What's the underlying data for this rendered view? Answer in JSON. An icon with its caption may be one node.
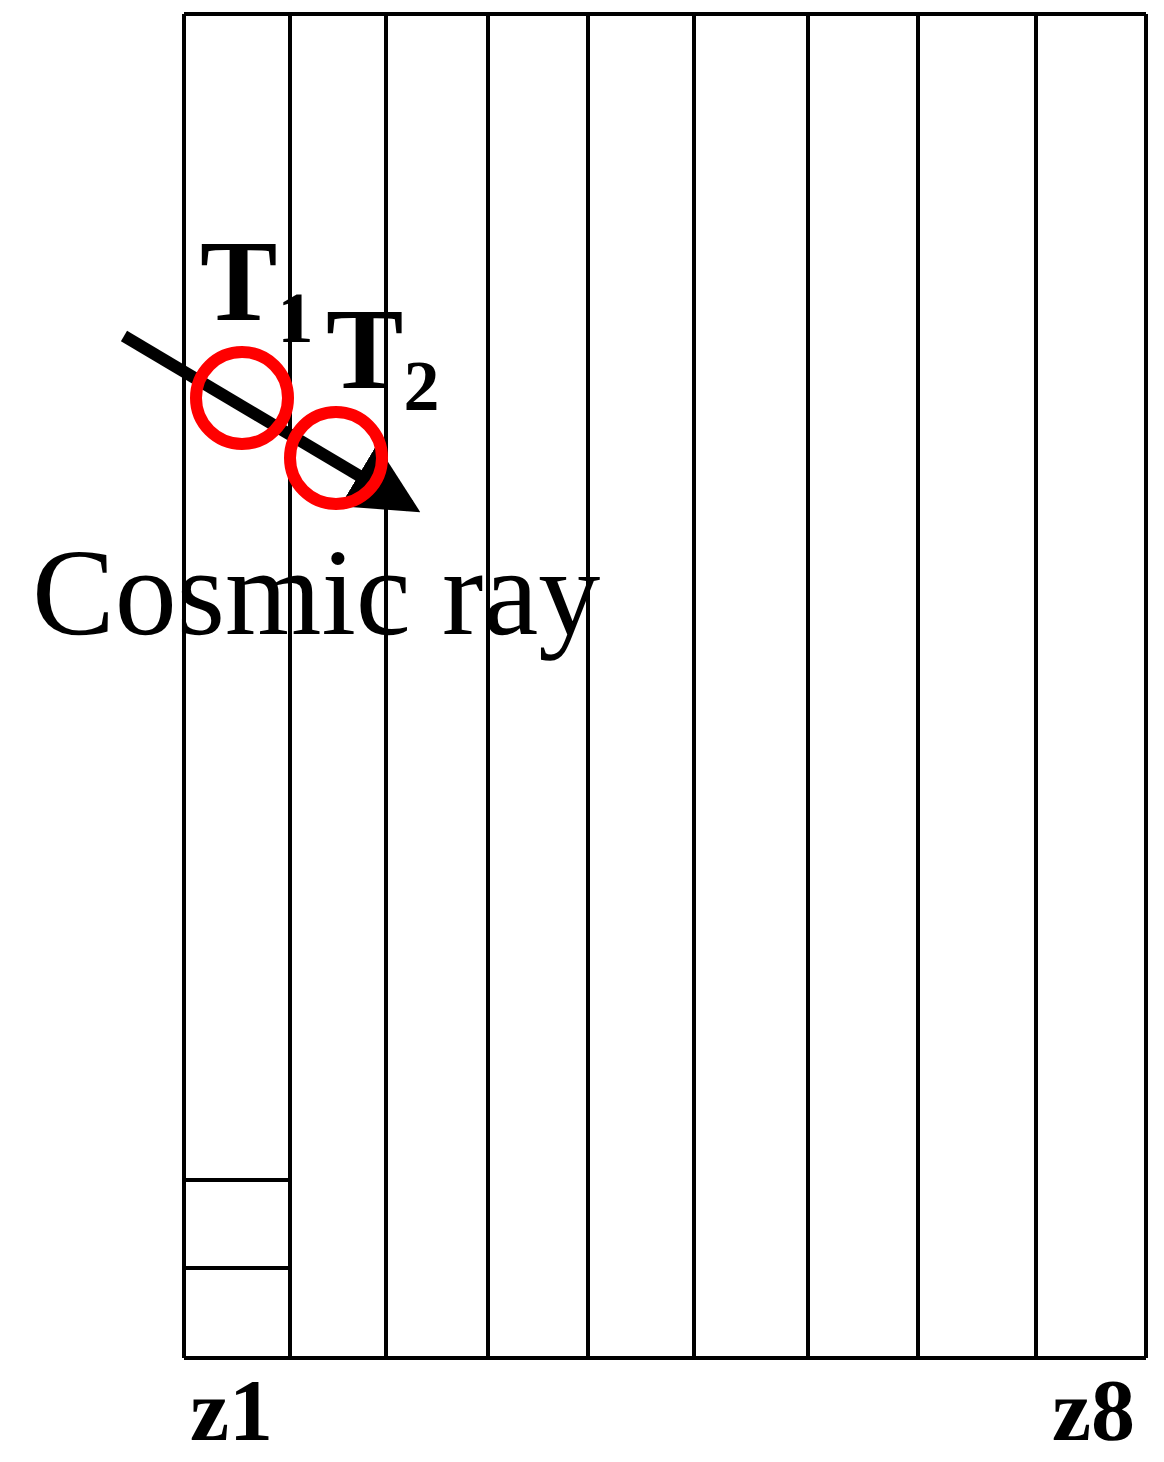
{
  "diagram": {
    "labels": [
      "T$_{1}$",
      "T$_{2}$",
      "Cosmic ray",
      "z1",
      "z8"
    ]
  }
}
